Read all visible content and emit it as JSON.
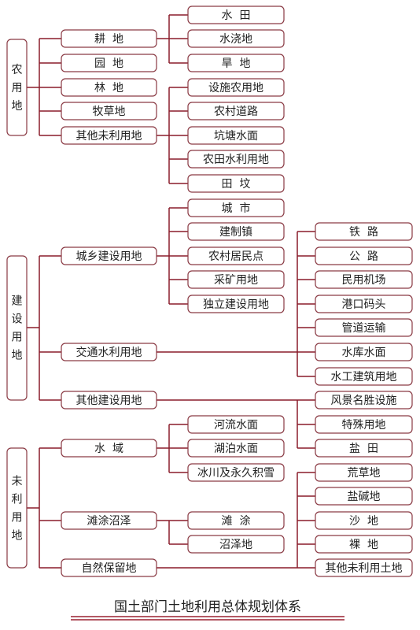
{
  "title": "国土部门土地利用总体规划体系",
  "categories": [
    {
      "label": "农用地",
      "children": [
        {
          "label": "耕  地",
          "children": [
            "水  田",
            "水浇地",
            "旱  地"
          ]
        },
        {
          "label": "园  地",
          "children": []
        },
        {
          "label": "林  地",
          "children": []
        },
        {
          "label": "牧草地",
          "children": []
        },
        {
          "label": "其他未利用地",
          "children": [
            "设施农用地",
            "农村道路",
            "坑塘水面",
            "农田水利用地",
            "田  坟"
          ]
        }
      ]
    },
    {
      "label": "建设用地",
      "children": [
        {
          "label": "城乡建设用地",
          "children": [
            "城  市",
            "建制镇",
            "农村居民点",
            "采矿用地",
            "独立建设用地"
          ]
        },
        {
          "label": "交通水利用地",
          "children": [
            "铁  路",
            "公  路",
            "民用机场",
            "港口码头",
            "管道运输",
            "水库水面",
            "水工建筑用地"
          ]
        },
        {
          "label": "其他建设用地",
          "children": [
            "风景名胜设施",
            "特殊用地",
            "盐  田"
          ]
        }
      ]
    },
    {
      "label": "未利用地",
      "children": [
        {
          "label": "水  域",
          "children": [
            "河流水面",
            "湖泊水面",
            "冰川及永久积雪"
          ]
        },
        {
          "label": "滩涂沼泽",
          "children": [
            "滩  涂",
            "沼泽地"
          ]
        },
        {
          "label": "自然保留地",
          "children": [
            "荒草地",
            "盐碱地",
            "沙  地",
            "裸  地",
            "其他未利用土地"
          ]
        }
      ]
    }
  ]
}
